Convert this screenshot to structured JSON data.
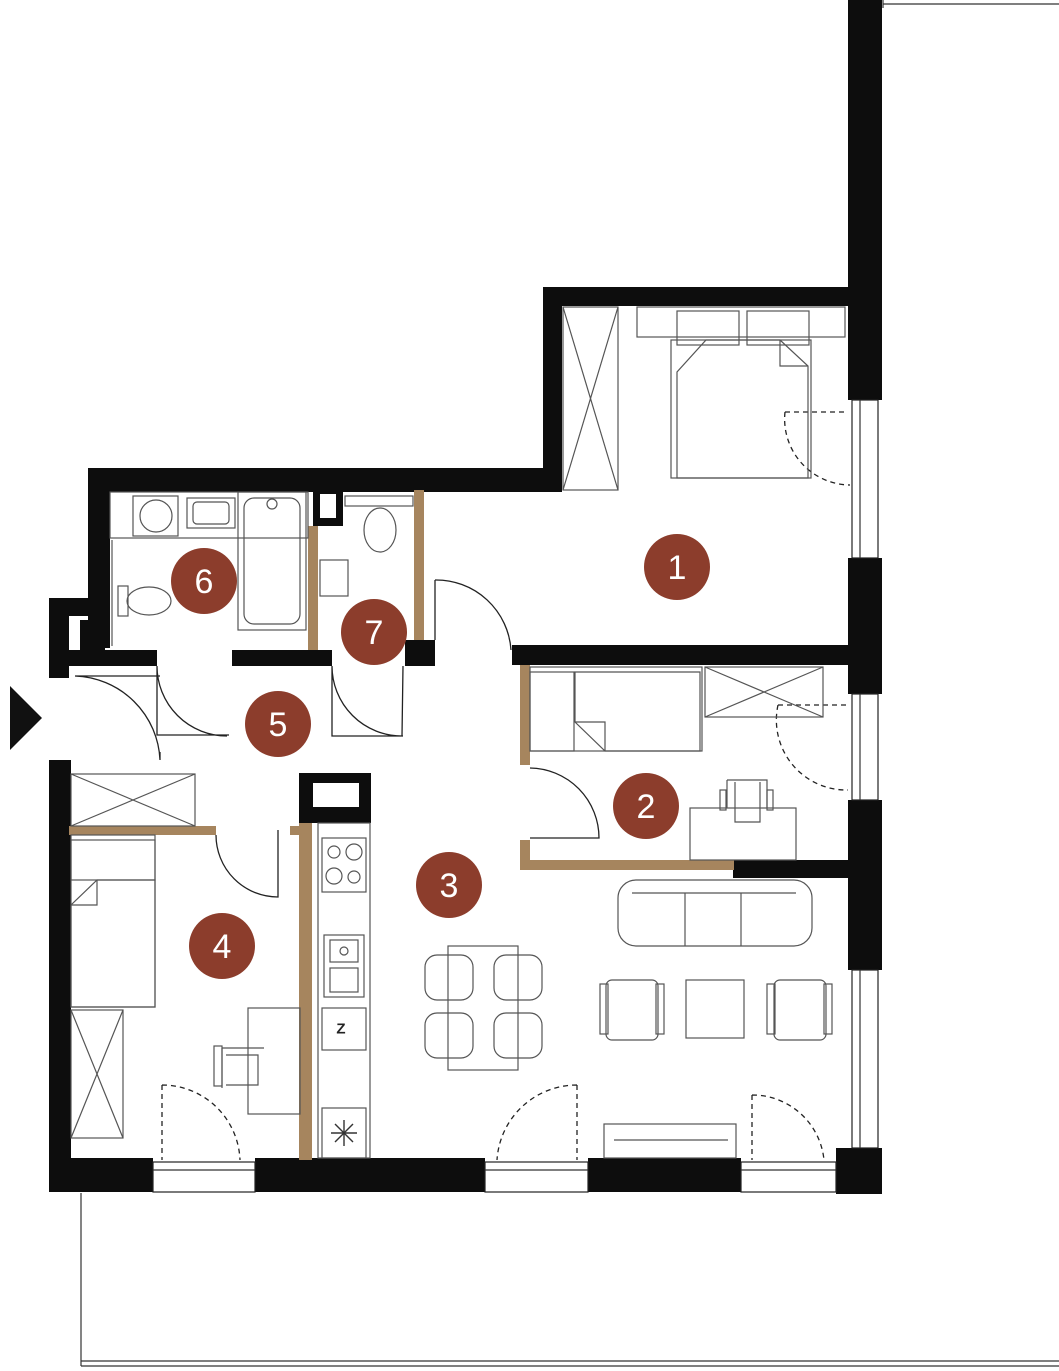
{
  "rooms": [
    {
      "id": "1",
      "label": "1"
    },
    {
      "id": "2",
      "label": "2"
    },
    {
      "id": "3",
      "label": "3"
    },
    {
      "id": "4",
      "label": "4"
    },
    {
      "id": "5",
      "label": "5"
    },
    {
      "id": "6",
      "label": "6"
    },
    {
      "id": "7",
      "label": "7"
    }
  ],
  "fixtures": {
    "fridge_label": "Z"
  },
  "colors": {
    "wall": "#0d0d0d",
    "partition": "#a6855e",
    "badge": "#8c3d2c",
    "badge_text": "#ffffff"
  },
  "icons": [
    "entrance-arrow-icon",
    "snowflake-icon"
  ]
}
